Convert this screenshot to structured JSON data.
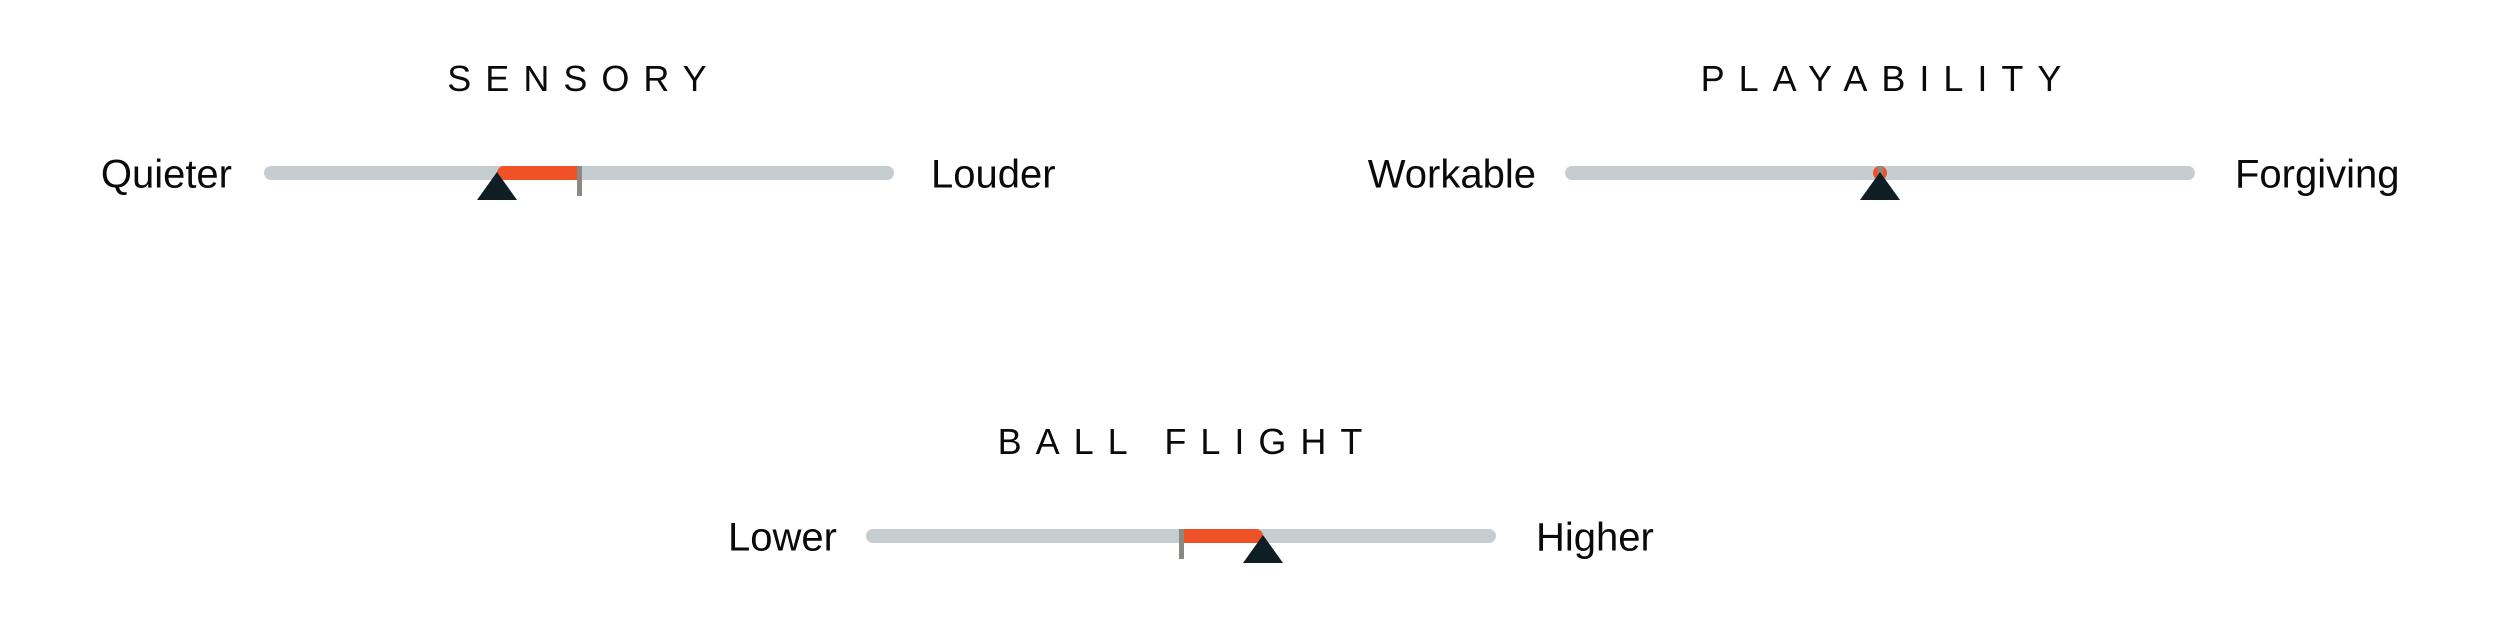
{
  "chart_data": {
    "type": "slider-scale",
    "sliders": [
      {
        "title": "SENSORY",
        "left_label": "Quieter",
        "right_label": "Louder",
        "baseline": 0.5,
        "value": 0.37
      },
      {
        "title": "PLAYABILITY",
        "left_label": "Workable",
        "right_label": "Forgiving",
        "baseline": 0.5,
        "value": 0.5
      },
      {
        "title": "BALL FLIGHT",
        "left_label": "Lower",
        "right_label": "Higher",
        "baseline": 0.5,
        "value": 0.63
      }
    ]
  },
  "colors": {
    "track": "#c5cdd1",
    "fill": "#f05228",
    "marker": "#0f1e24",
    "baseline": "#8a8a85"
  }
}
